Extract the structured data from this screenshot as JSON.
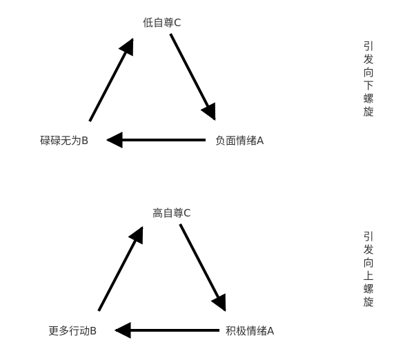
{
  "diagrams": [
    {
      "nodes": {
        "top": "低自尊C",
        "right": "负面情绪A",
        "left": "碌碌无为B"
      },
      "side_label": [
        "引",
        "发",
        "向",
        "下",
        "螺",
        "旋"
      ]
    },
    {
      "nodes": {
        "top": "高自尊C",
        "right": "积极情绪A",
        "left": "更多行动B"
      },
      "side_label": [
        "引",
        "发",
        "向",
        "上",
        "螺",
        "旋"
      ]
    }
  ],
  "colors": {
    "arrow": "#000000",
    "text": "#333333"
  }
}
